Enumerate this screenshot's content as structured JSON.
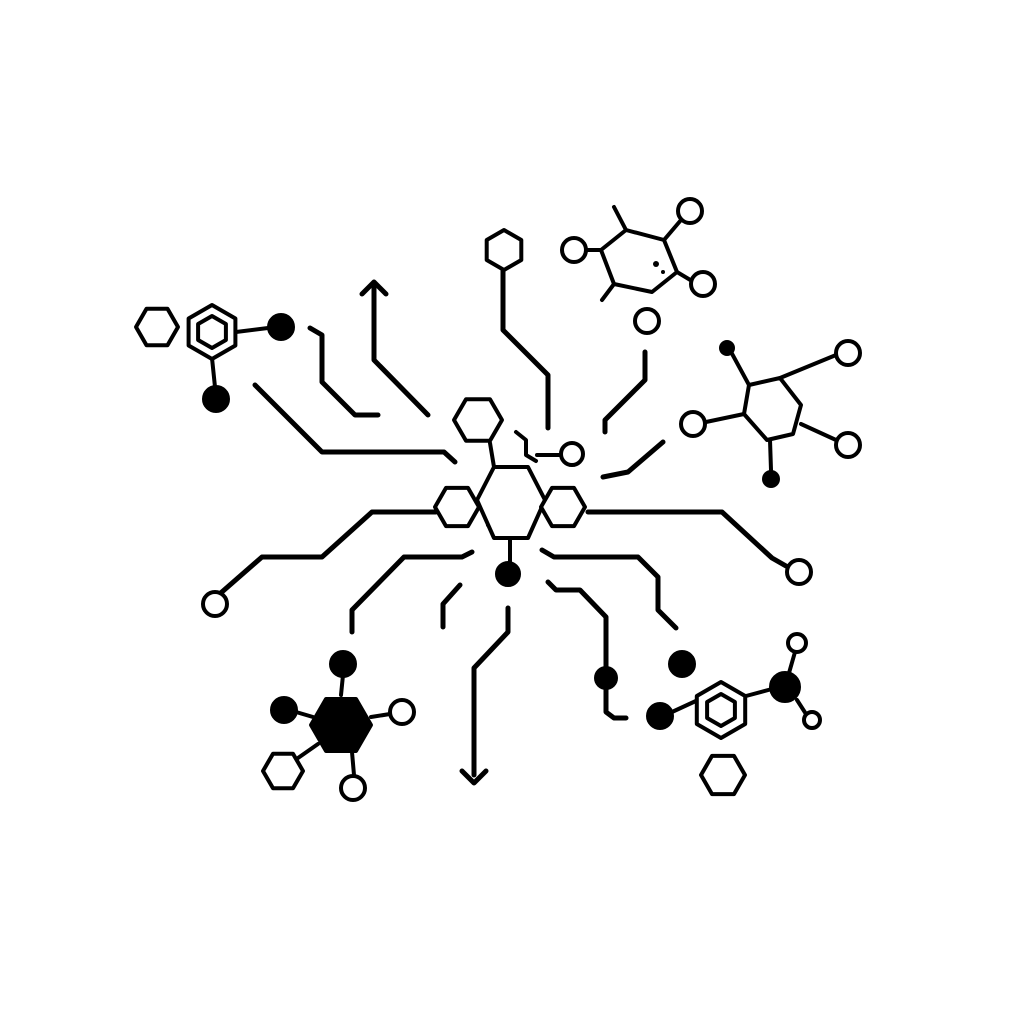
{
  "colors": {
    "ink": "#000000",
    "paper": "#ffffff"
  },
  "diagram": {
    "kind": "molecular-network",
    "has_text": false,
    "node_styles": [
      "open-circle",
      "filled-circle",
      "open-hexagon",
      "filled-hexagon",
      "arrow-up",
      "arrow-down"
    ]
  }
}
